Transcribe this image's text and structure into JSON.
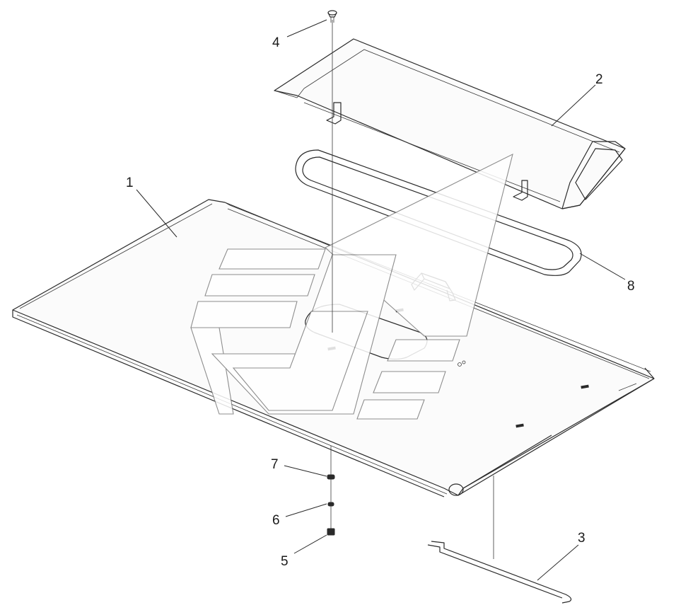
{
  "callouts": [
    {
      "id": "1",
      "label": "1"
    },
    {
      "id": "2",
      "label": "2"
    },
    {
      "id": "3",
      "label": "3"
    },
    {
      "id": "4",
      "label": "4"
    },
    {
      "id": "5",
      "label": "5"
    },
    {
      "id": "6",
      "label": "6"
    },
    {
      "id": "7",
      "label": "7"
    },
    {
      "id": "8",
      "label": "8"
    }
  ],
  "parts": {
    "floor_panel": "1",
    "air_duct_cover": "2",
    "bent_rod": "3",
    "screw": "4",
    "nut": "5",
    "lock_washer": "6",
    "flat_washer": "7",
    "seal_gasket": "8"
  },
  "colors": {
    "line": "#2a2a2a",
    "watermark": "#7a7a7a",
    "background": "#ffffff"
  }
}
